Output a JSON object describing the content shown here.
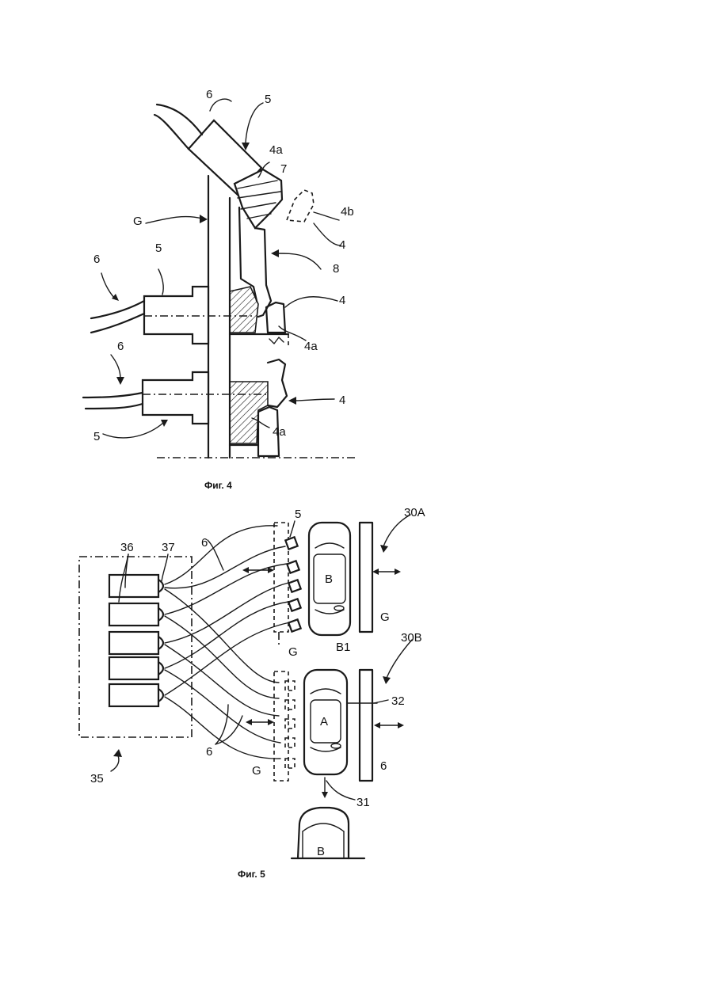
{
  "fig4": {
    "caption": "Фиг. 4",
    "labels": [
      "6",
      "5",
      "4a",
      "7",
      "4b",
      "G",
      "4",
      "8",
      "6",
      "5",
      "4",
      "4a",
      "6",
      "4",
      "5",
      "4a"
    ]
  },
  "fig5": {
    "caption": "Фиг. 5",
    "labels": [
      "30A",
      "5",
      "6",
      "36",
      "37",
      "B",
      "G",
      "G",
      "B1",
      "30B",
      "A",
      "32",
      "6",
      "G",
      "6",
      "35",
      "31",
      "B"
    ]
  }
}
